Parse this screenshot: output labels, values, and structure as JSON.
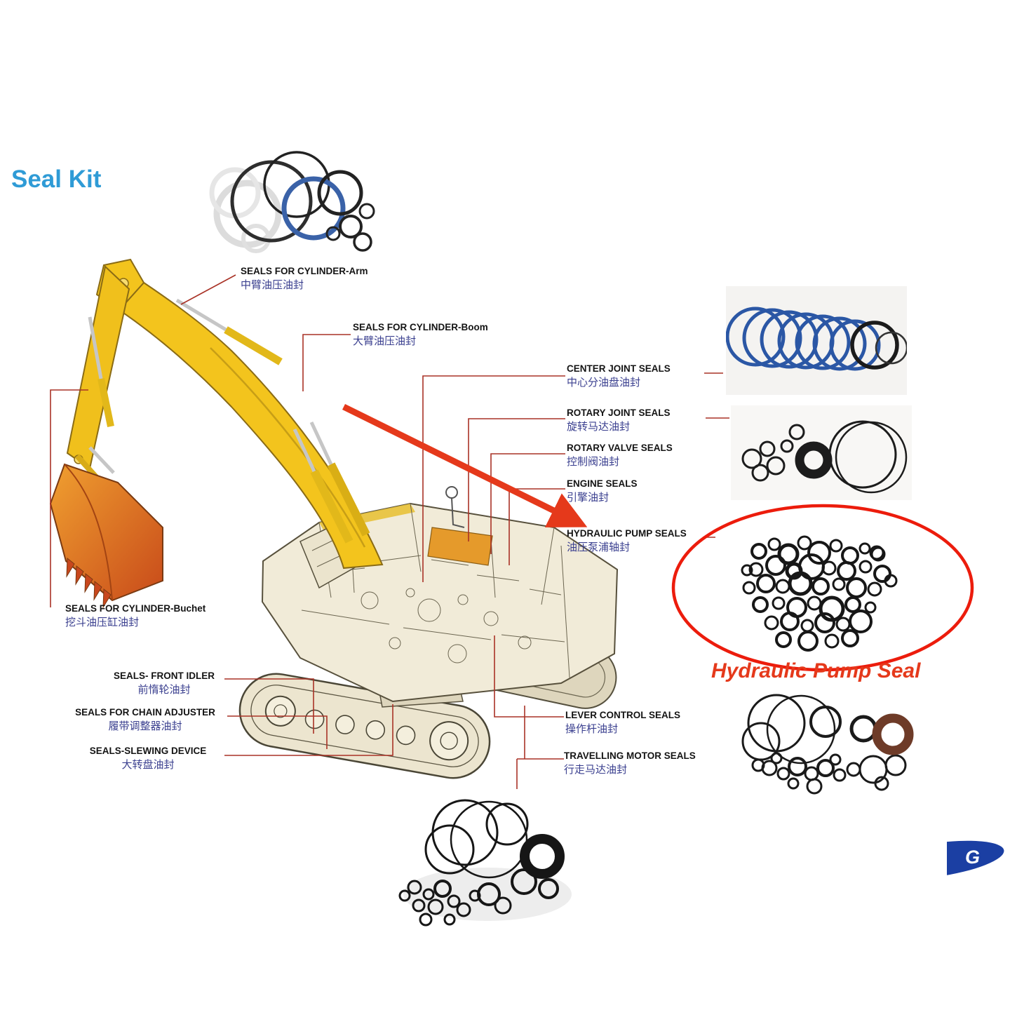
{
  "title": "Seal Kit",
  "highlight_caption": "Hydraulic Pump Seal",
  "logo_text": "G",
  "labels": {
    "cylinder_arm": {
      "en": "SEALS FOR CYLINDER-Arm",
      "zh": "中臂油压油封"
    },
    "cylinder_boom": {
      "en": "SEALS FOR CYLINDER-Boom",
      "zh": "大臂油压油封"
    },
    "center_joint": {
      "en": "CENTER JOINT SEALS",
      "zh": "中心分油盘油封"
    },
    "rotary_joint": {
      "en": "ROTARY JOINT SEALS",
      "zh": "旋转马达油封"
    },
    "rotary_valve": {
      "en": "ROTARY VALVE SEALS",
      "zh": "控制阀油封"
    },
    "engine": {
      "en": "ENGINE SEALS",
      "zh": "引擎油封"
    },
    "hydraulic_pump": {
      "en": "HYDRAULIC PUMP SEALS",
      "zh": "油压泵浦轴封"
    },
    "cylinder_bucket": {
      "en": "SEALS FOR CYLINDER-Buchet",
      "zh": "挖斗油压缸油封"
    },
    "front_idler": {
      "en": "SEALS- FRONT IDLER",
      "zh": "前惰轮油封"
    },
    "chain_adjuster": {
      "en": "SEALS FOR CHAIN ADJUSTER",
      "zh": "履带调整器油封"
    },
    "slewing_device": {
      "en": "SEALS-SLEWING DEVICE",
      "zh": "大转盘油封"
    },
    "lever_control": {
      "en": "LEVER CONTROL SEALS",
      "zh": "操作杆油封"
    },
    "travelling_motor": {
      "en": "TRAVELLING MOTOR SEALS",
      "zh": "行走马达油封"
    }
  },
  "colors": {
    "title_blue": "#2f9bd6",
    "label_zh_blue": "#3a3f8f",
    "connector_red": "#a93226",
    "accent_red": "#e5391b",
    "excavator_yellow": "#f3c41d",
    "seal_blue": "#2b57a5",
    "logo_blue": "#1b3fa3"
  }
}
